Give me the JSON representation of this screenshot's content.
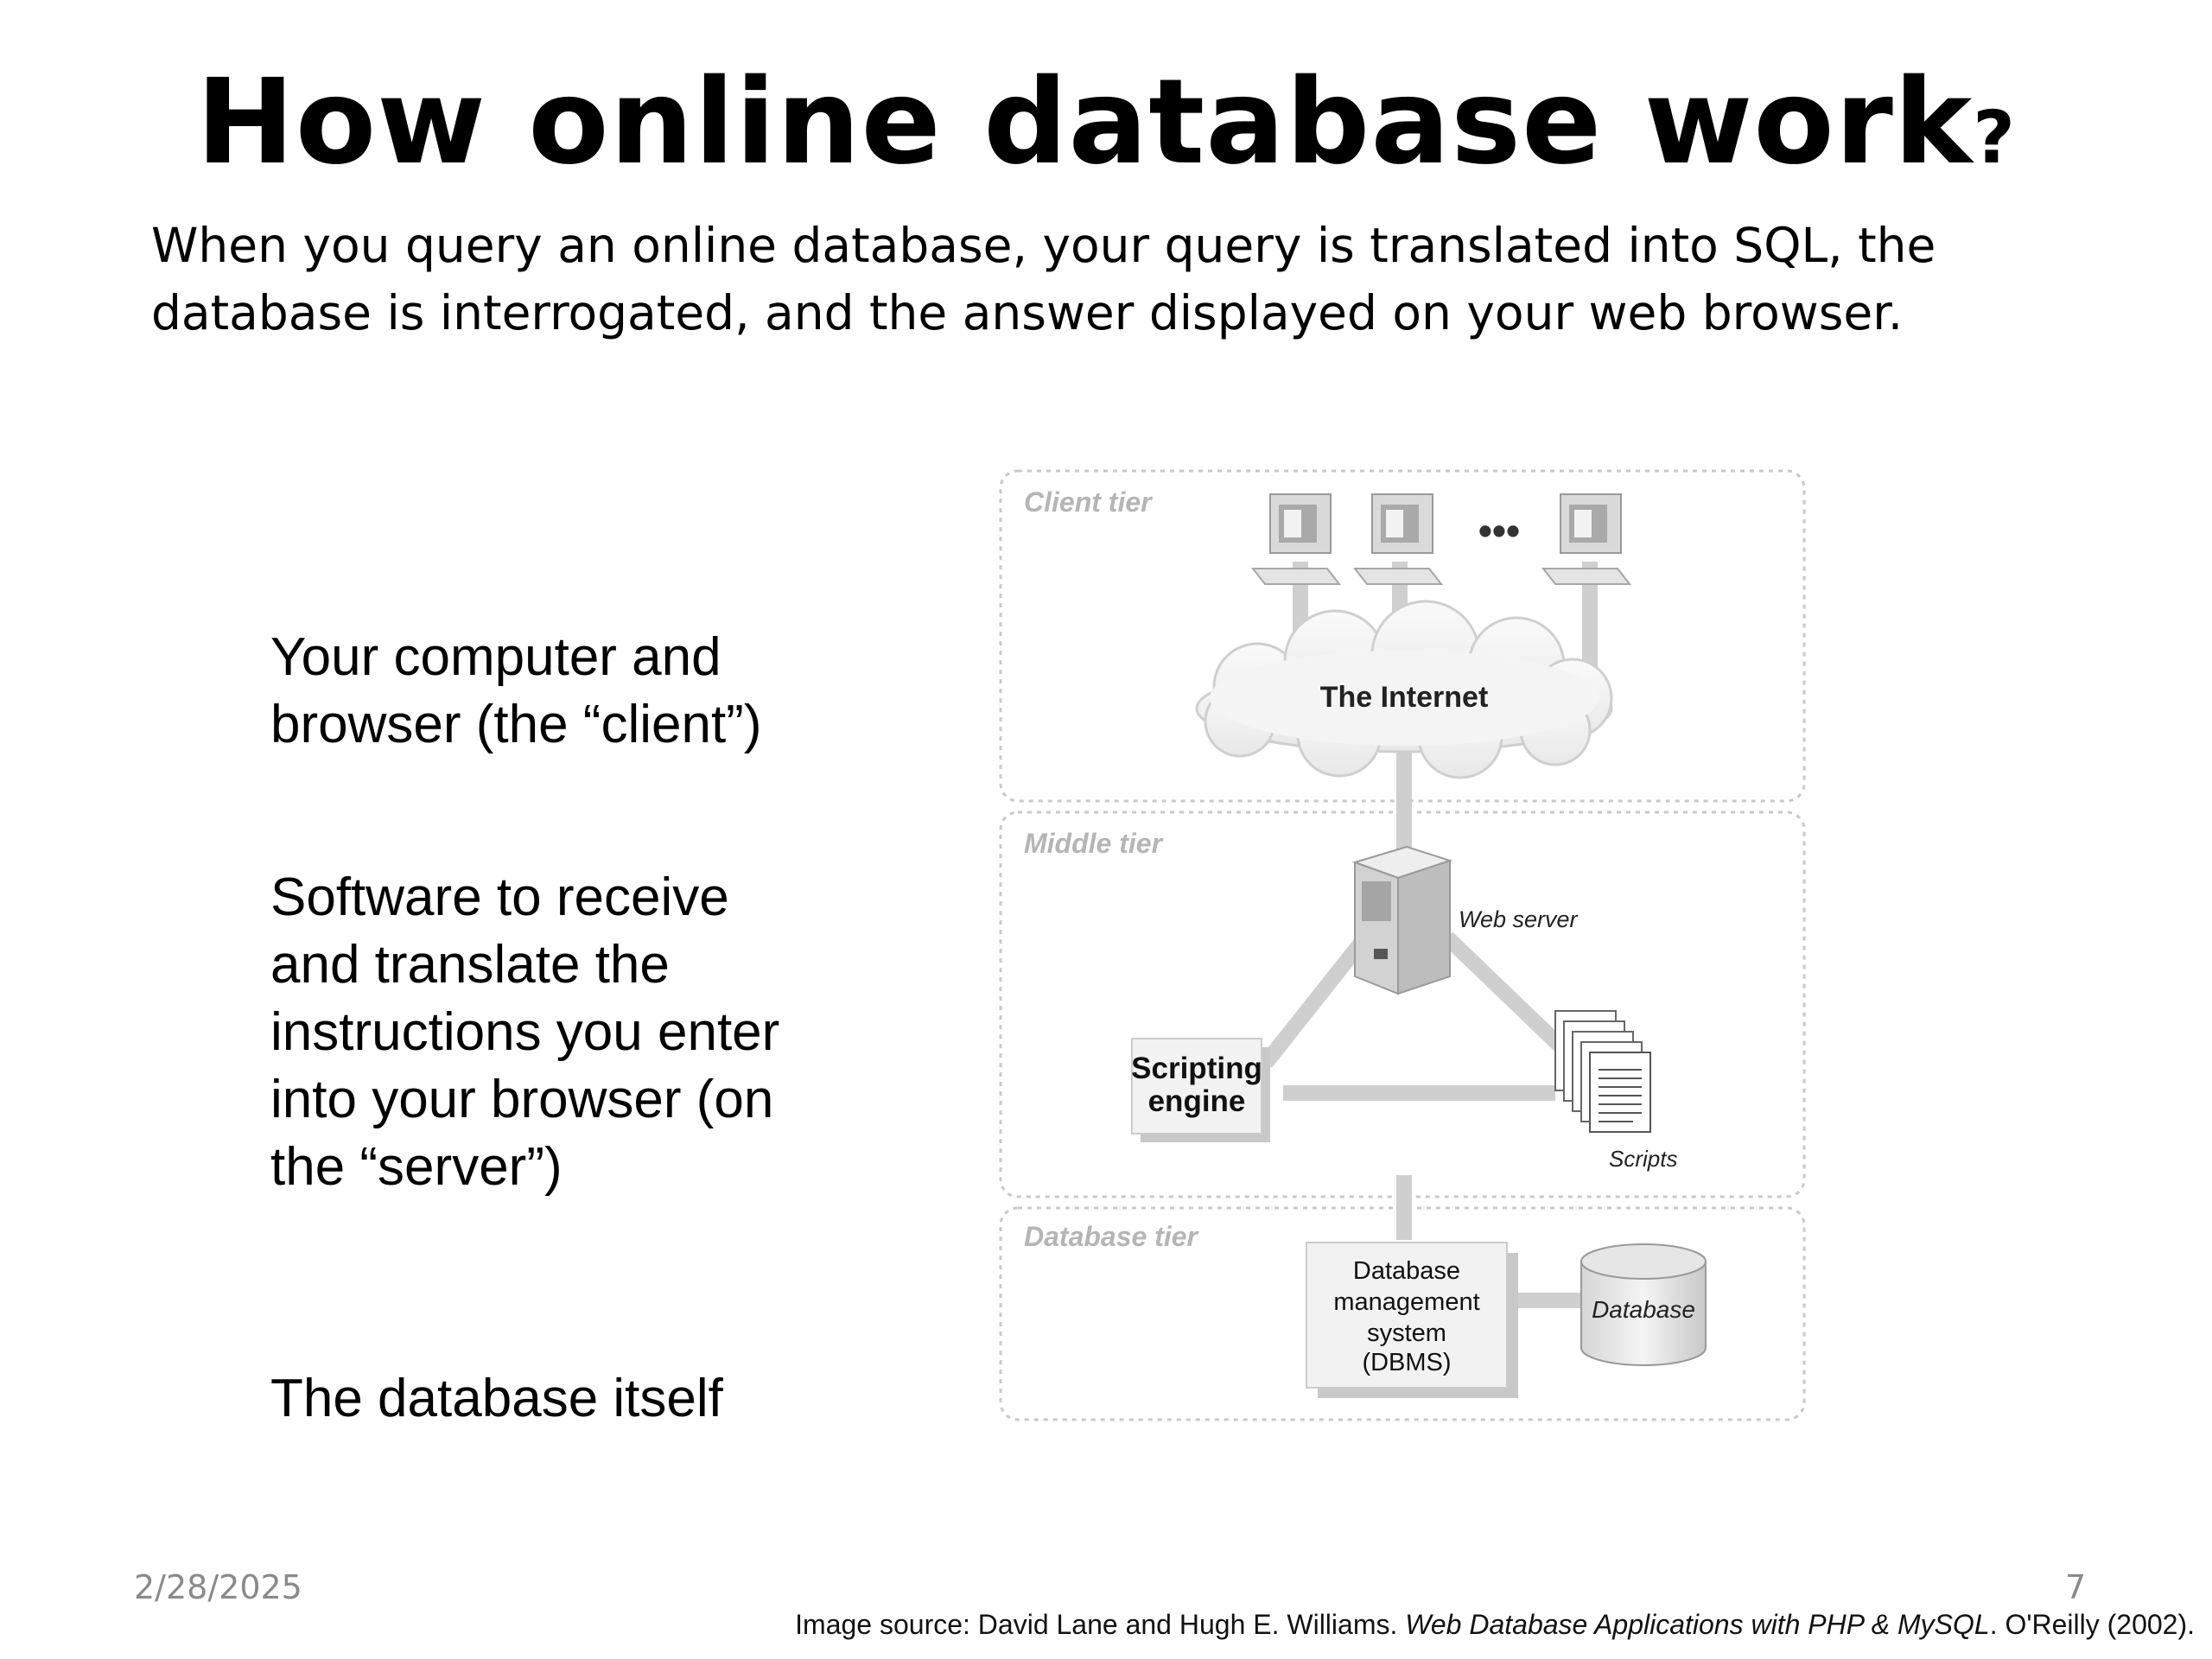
{
  "slide": {
    "title": "How online database work",
    "title_mark": "?",
    "intro": "When you query an online database, your query is translated into SQL, the database is interrogated, and the answer displayed on your web browser.",
    "labels": [
      {
        "lines": [
          "Your computer and",
          "browser (the “client”)"
        ]
      },
      {
        "lines": [
          "Software to receive",
          "and translate the",
          "instructions you enter",
          "into your browser (on",
          "the “server”)"
        ]
      },
      {
        "lines": [
          "The database itself"
        ]
      }
    ],
    "date": "2/28/2025",
    "page_number": "7",
    "source": {
      "prefix": "Image source: David Lane and Hugh E. Williams. ",
      "book": "Web Database Applications with PHP & MySQL",
      "suffix": ". O'Reilly (2002)."
    }
  },
  "diagram": {
    "tiers": [
      "Client tier",
      "Middle tier",
      "Database tier"
    ],
    "ellipsis": "•••",
    "internet": "The Internet",
    "web_server": "Web server",
    "scripting_engine": [
      "Scripting",
      "engine"
    ],
    "scripts": "Scripts",
    "dbms": [
      "Database",
      "management",
      "system",
      "(DBMS)"
    ],
    "database": "Database"
  }
}
